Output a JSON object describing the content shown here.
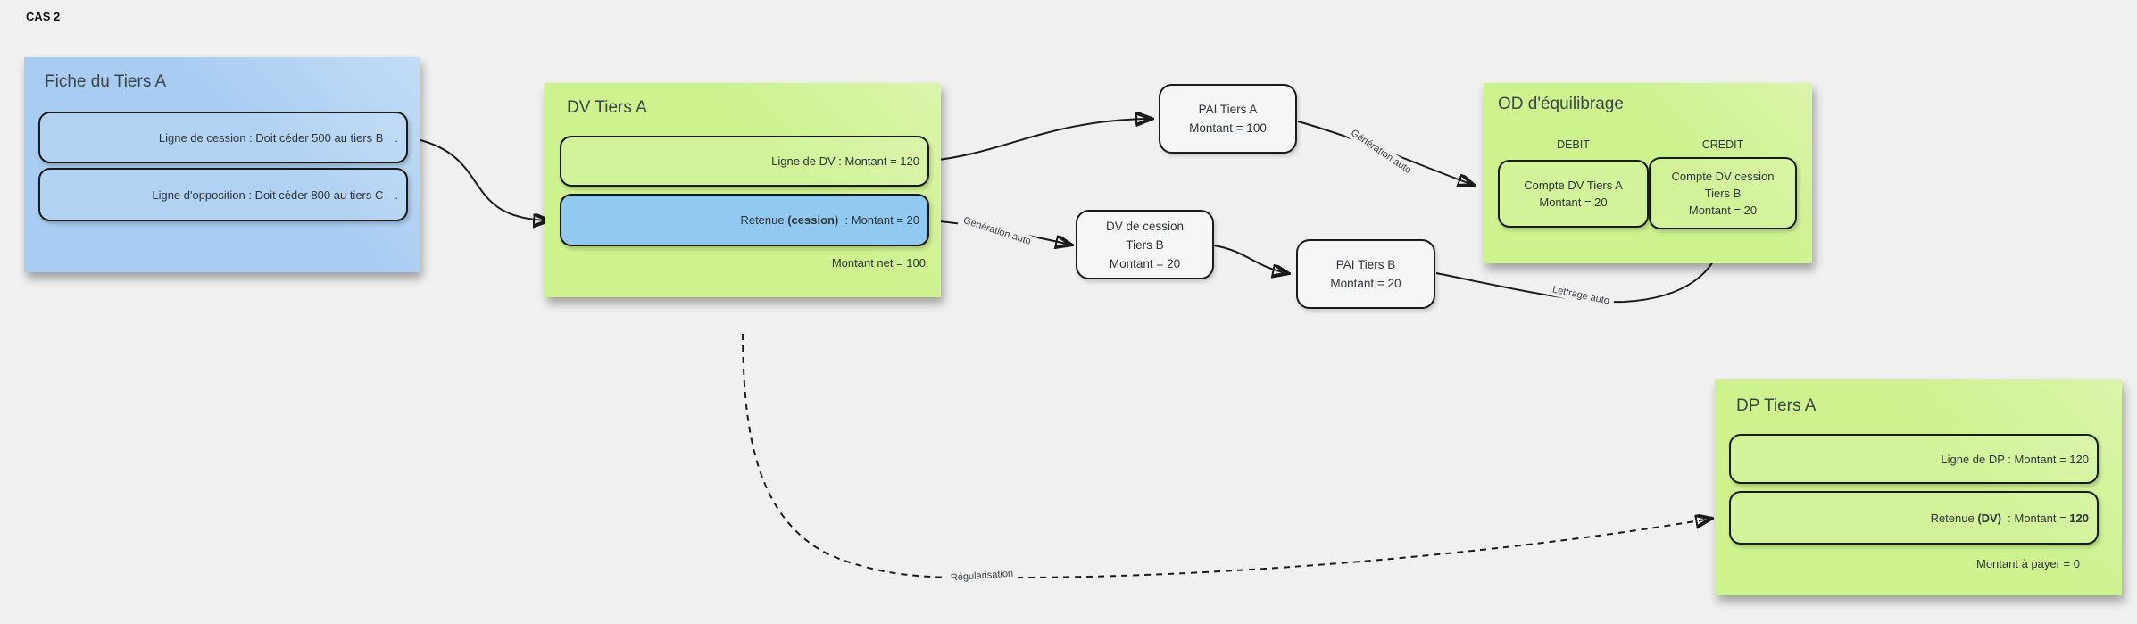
{
  "page": {
    "case_label": "CAS 2"
  },
  "colors": {
    "canvas": "#f0f0f0",
    "blue_sticky": "#a9cdf2",
    "green_sticky": "#cdf28e",
    "blue_box": "#92c9f0",
    "node_fill": "#f6f6f6",
    "stroke": "#1a1a1a",
    "text": "#2f353a",
    "title_text": "#3d434a"
  },
  "stickies": {
    "fiche": {
      "title": "Fiche du Tiers A",
      "line_cession": "Ligne de cession : Doit céder 500 au tiers B",
      "line_cession_dot": ".",
      "line_opposition": "Ligne d'opposition : Doit céder 800 au tiers C",
      "line_opposition_dot": "."
    },
    "dv": {
      "title": "DV Tiers A",
      "ligne_dv": "Ligne de DV : Montant = 120",
      "retenue_prefix": "Retenue ",
      "retenue_bold": "(cession)",
      "retenue_suffix": "  : Montant = 20",
      "footer": "Montant net = 100"
    },
    "od": {
      "title": "OD d'équilibrage",
      "debit_label": "DEBIT",
      "credit_label": "CREDIT",
      "debit_box": [
        "Compte DV Tiers A",
        "Montant = 20"
      ],
      "credit_box": [
        "Compte DV cession",
        "Tiers B",
        "Montant = 20"
      ]
    },
    "dp": {
      "title": "DP Tiers A",
      "ligne_dp": "Ligne de DP : Montant = 120",
      "retenue_prefix": "Retenue ",
      "retenue_bold": "(DV)",
      "retenue_mid": "  : Montant = ",
      "retenue_amount_bold": "120",
      "footer": "Montant à payer = 0"
    }
  },
  "nodes": {
    "pai_a": [
      "PAI Tiers A",
      "Montant = 100"
    ],
    "dv_cession_b": [
      "DV de cession",
      "Tiers B",
      "Montant = 20"
    ],
    "pai_b": [
      "PAI Tiers B",
      "Montant = 20"
    ]
  },
  "edge_labels": {
    "generation_auto_1": "Génération auto",
    "generation_auto_2": "Génération auto",
    "lettrage_auto": "Lettrage auto",
    "regularisation": "Régularisation"
  }
}
